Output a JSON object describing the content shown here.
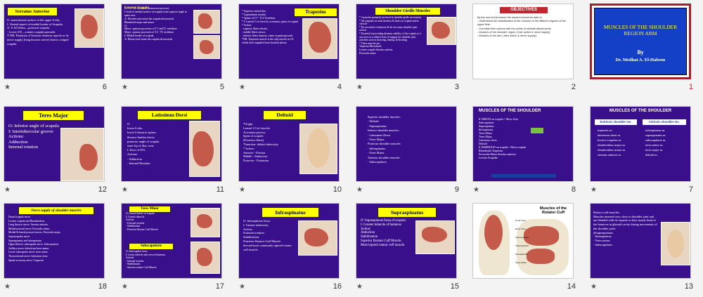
{
  "slides": [
    {
      "num": "1",
      "title": "MUSCLES OF THE SHOULDER REGION ARM",
      "by": "By",
      "author": "Dr. Medhat A. El-Haleem",
      "selected": true
    },
    {
      "num": "2",
      "title": "OBJECTIVES",
      "body": "By the end of this lecture the student should be able to:\n- Understand the classification of the muscles of the different regions of the upper limb.\n- Correlate their actions with the points of skeletal attachments.\n- Muscles of the shoulder region ( their action & nerve supply)\n- Muscles of the arm ( their action & nerve supply)"
    },
    {
      "num": "3",
      "title": "Shoulder Girdle Muscles",
      "body": "* 5 muscles primarily involved in shoulder girdle movements\n* All originate on axial skeleton & insert on scapula and/or clavicle\n* Do not attach to humerus & do not cause shoulder joint actions\n* Essential in providing dynamic stability of the scapula so it can serve as a relative base of support for shoulder joint activities such as throwing, batting, & blocking\n* These muscles are:\nTrapezius    Rhomboids\nLevator scapula    Serratus anterior\nPectoralis minor"
    },
    {
      "num": "4",
      "title": "Trapezius",
      "body": "* Superior nuchal line.\n* Ligamentum nuchae.\n* Spines of C7 - T12 Vertebrae.\n* I: Lateral ⅓ of clavicle, acromion, spine of scapula.\n* Action:\n- superior fibers elevate,\n- middle fibers retract,\n- inferior fibers depress, rotate scapula upwards.\n*NB: Trapezius muscle is the only muscle in UL which don't supplied from brachial plexus"
    },
    {
      "num": "5",
      "title": "Levator Scapula",
      "body": "O: C1 - C4 vertebrae (transverse process).\nI: back of medial surface of scapula from superior angle to spine root.\nA: Elevates and rotate the scapula downwards.\nRhomboid major and minor\nO:\nMinor: spinous processes of C7 and T1 vertebrae\nMajor: spinous processes of T2 - T5 vertebrae.\nI: Medial border of scapula.\nA: Retract and rotate the scapula downwards."
    },
    {
      "num": "6",
      "title": "Serratus Anterior",
      "body": "O: anterolateral surface of the upper 8 ribs.\nI: Ventral aspect of medial border of Scapula.\nA: Y All fibers—protracts scapula.\n- Lower 5/8 —rotates scapula upwards.\nY NB: Paralysis of Serratus Anterior muscle or its nerve supply (long thoracic nerve) lead to winged scapula."
    },
    {
      "num": "7",
      "title": "MUSCLES OF THE SHOULDER",
      "col1_head": "Extrinsic shoulder ms.",
      "col1": "trapezius m.\nlatissimus dorsi m.\nlevator scapulae m.\nrhomboideus major m.\nrhomboideus minor m.\nserratus anterior m.",
      "col2_head": "intrinsic shoulder ms.",
      "col2": "infraspinatus m.\nsupraspinatus m.\nsubscapularis m.\nteres minor m.\nteres major m.\ndeltoid m."
    },
    {
      "num": "8",
      "title": "MUSCLES OF THE SHOULDER",
      "body": "If ORIGIN on scapula = Move Arm\nSubscapularis\nSupraspinatus\nInfraspinatus\nTeres Minor\nTeres Major\nLatissimus dorsi\nDeltoid\nIf INSERTION on scapula = Move scapula\nRhomboids    Trapezius\nPectoralis Minor    Serratus anterior\nLevator Scapulae"
    },
    {
      "num": "9",
      "title": "",
      "body": "Superior shoulder muscles:\n- Deltoid.\n- Supraspinatus.\nInferior shoulder muscles:\n- Latissimus Dorsi.\n- Teres Major.\nPosterior shoulder muscles:\n- Infraspinatus.\n- Teres Minor.\nAnterior shoulder muscles:\n- Subscapularis."
    },
    {
      "num": "10",
      "title": "Deltoid",
      "body": "*Origin\nLateral 1/3 of clavicle\nAcromion process\nSpine of scapula\n(Posterior fibers)\n*Insertion: deltoid tuberosity\n* Action:\nAnterior - Flexion\nMiddle - Abduction\nPosterior - Extension"
    },
    {
      "num": "11",
      "title": "Latissimus Dorsi",
      "body": "O:\nlower 6 ribs.\nlower 6 thoracic spines.\nthoraco-lumbar fascia.\nposterior angle of scapula.\nouter lip of iliac crest.\nI: floor of ITG.\nActions:\n- Adduction\n- Internal Rotation"
    },
    {
      "num": "12",
      "title": "Teres Major",
      "body": "O: Inferior angle of scapula\nI: Intertubercular groove\nActions:\nAdduction\nInternal rotation"
    },
    {
      "num": "13",
      "title": "",
      "body": "Rotator cuff muscles:\nMuscles inserted very close to shoulder joint and are blended with its capsule so they steady head of the humerus in glenoid cavity during movements of the shoulder joint:\n@supraspinatus.\n- Infraspinatus.\n- Teres minor.\n- Subscapularis."
    },
    {
      "num": "14",
      "title": "Muscles of the Rotator Cuff",
      "labels": "Front View\nBack View\nSupraspinatus\nSubscapularis\nInfraspinatus\nTeres minor"
    },
    {
      "num": "15",
      "title": "Supraspinatus",
      "body": "O: Supraspinous fossa of scapula.\nI: Greater tubercle of humerus\nAction:\nAbduction\nStabilization\nSuperior Rotator Cuff Muscle.\nMost injured rotator cuff muscle"
    },
    {
      "num": "16",
      "title": "Infraspinatus",
      "body": "O: Infraspinous fossa.\nI: Greater tuberosity.\nAction:\nExternal rotation.\nStabilization.\nPosterior Rotator Cuff Muscle.\nSecond most commonly injured rotator cuff muscle."
    },
    {
      "num": "17",
      "title": "Teres Minor",
      "body": "O: Lateral border of scapula\nI: Greater tubercle\nActions:\n- External rotation\n- Stabilization\n- Posterior Rotator Cuff Muscle.",
      "title2": "Subscapularis",
      "body2": "O: Subscapular fossa\nI: Lesser tubercle and crest of humerus.\nActions:\n- Internal rotation\n- Stabilization\n- Anterior rotator Cuff Muscle."
    },
    {
      "num": "18",
      "title": "Nerve supply of shoulder muscles",
      "body": "Dorsal scapula nerve:\nLevator scapula and Rhomboideus.\nLong thoracic nerve: Serratus anterior.\nMedial pectoral nerve: Pectoralis minor.\nMedial & lateral pectoral nerves: Pectoralis major.\nSuprascapular nerve:\nSupraspinatus and infraspinatus.\nUpper &lower subscapular nerve: Subscapularis\nAxillary nerve: deltoid and teres minor.\nLower subscapular nerve: teres minor.\nThoracodorsal nerve: latissimus dorsi.\nSpinal accessory nerve: Trapezius"
    }
  ],
  "star_glyph": "★",
  "colors": {
    "purple": "#3a0f8c",
    "title_yellow": "#ffff00",
    "selection": "#a3202b"
  }
}
